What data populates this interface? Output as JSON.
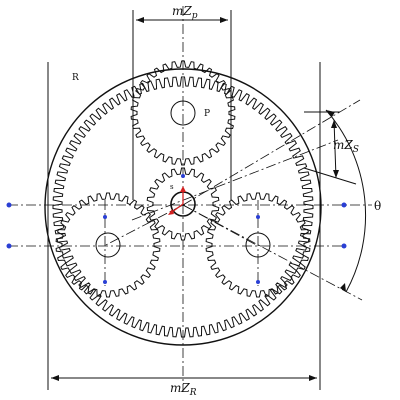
{
  "labels": {
    "dim_top": "mZ",
    "dim_top_sub": "p",
    "dim_bottom": "mZ",
    "dim_bottom_sub": "R",
    "dim_right": "mZ",
    "dim_right_sub": "S",
    "ring": "R",
    "planet": "P",
    "sun": "s",
    "angle": "θ"
  },
  "gears": {
    "ring_teeth": 96,
    "sun_teeth": 22,
    "planet_teeth": 34,
    "planet_count": 3
  },
  "colors": {
    "ink": "#111111",
    "axis_dot": "#2a3fd4",
    "arrow": "#d42020"
  }
}
